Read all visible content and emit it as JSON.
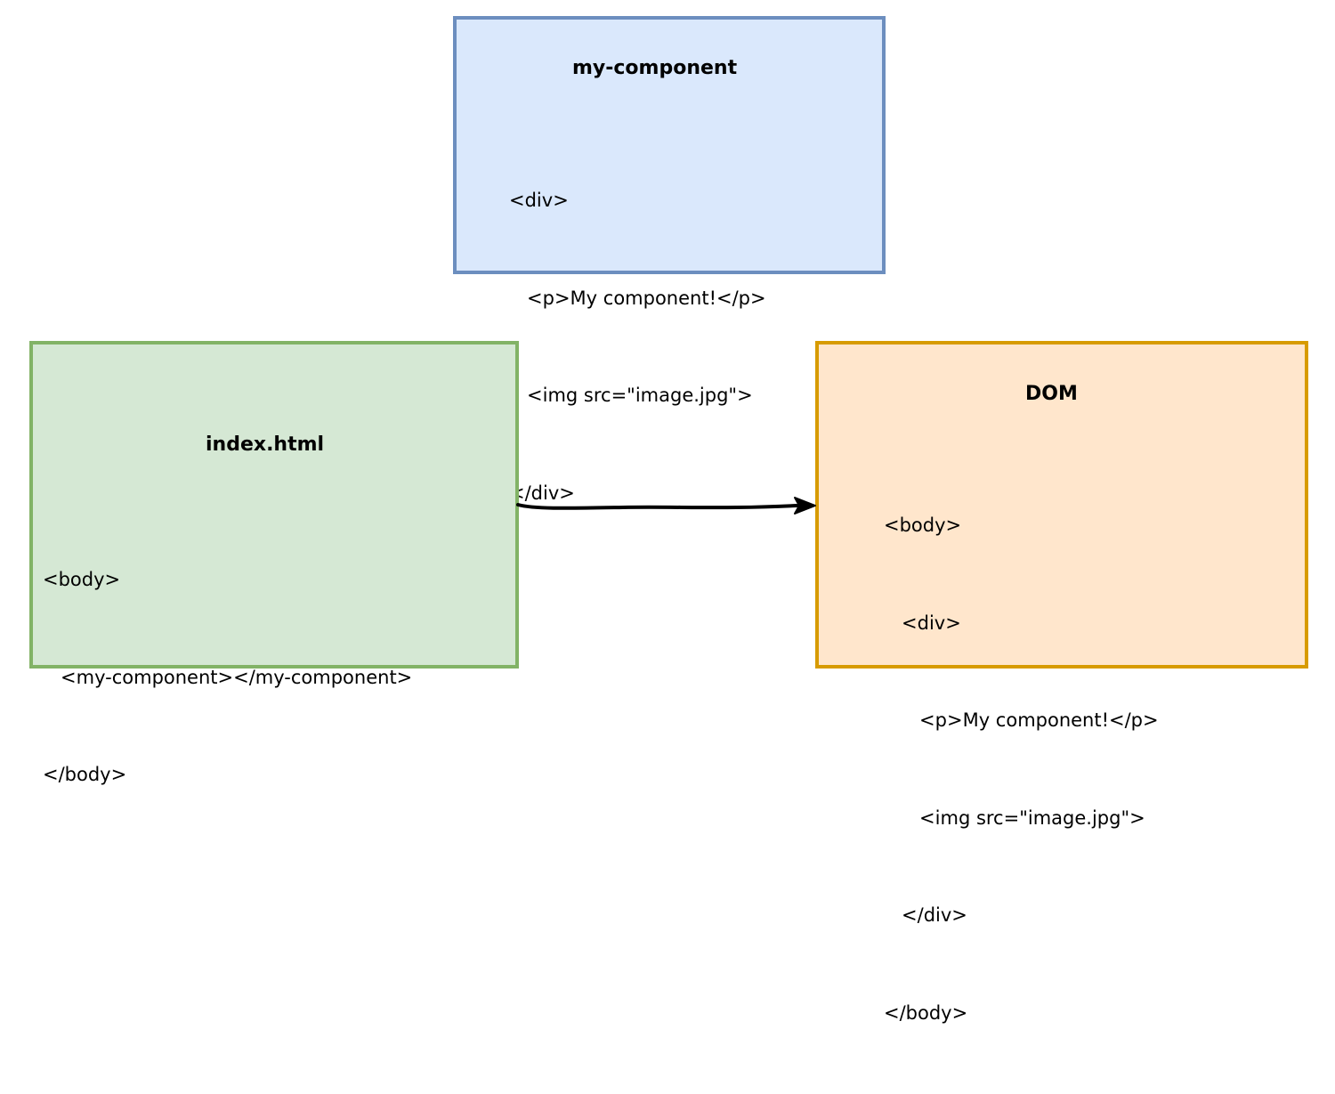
{
  "component_box": {
    "title": "my-component",
    "lines": [
      "<div>",
      "   <p>My component!</p>",
      "   <img src=\"image.jpg\">",
      "</div>"
    ]
  },
  "index_box": {
    "title": "index.html",
    "lines": [
      "<body>",
      "   <my-component></my-component>",
      "</body>"
    ]
  },
  "dom_box": {
    "title": "DOM",
    "lines": [
      "<body>",
      "   <div>",
      "      <p>My component!</p>",
      "      <img src=\"image.jpg\">",
      "   </div>",
      "</body>"
    ]
  },
  "colors": {
    "component_fill": "#dae8fc",
    "component_stroke": "#6c8ebf",
    "index_fill": "#d5e8d4",
    "index_stroke": "#82b366",
    "dom_fill": "#ffe6cc",
    "dom_stroke": "#d79b00",
    "arrow": "#000000"
  }
}
